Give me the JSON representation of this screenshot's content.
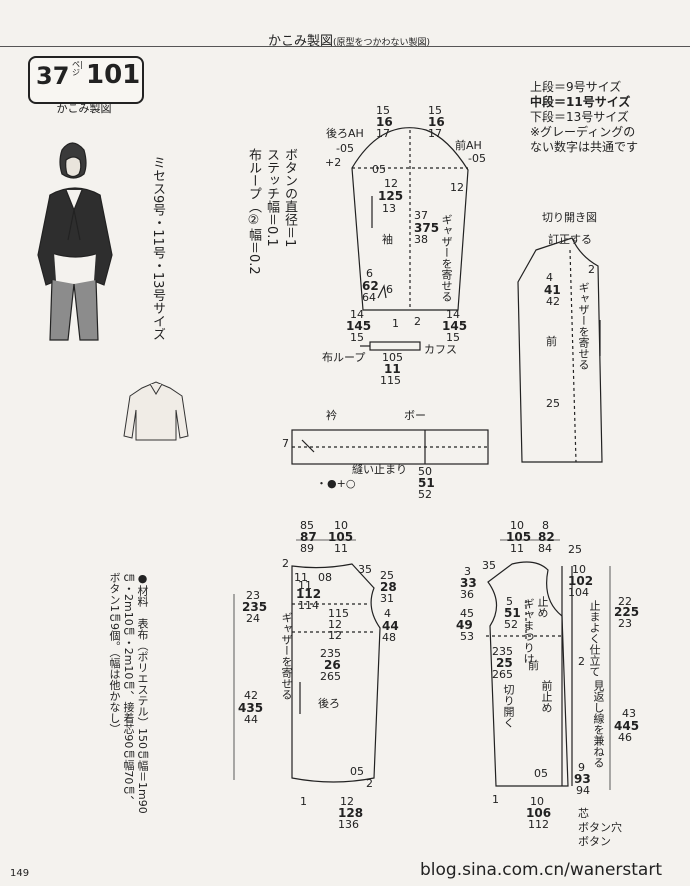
{
  "header": {
    "title": "かこみ製図",
    "subtitle": "(原型をつかわない製図)"
  },
  "badge": {
    "page_ref": "37",
    "unit": "ペ|ジ",
    "pattern_no": "101",
    "caption": "かこみ製図"
  },
  "sizes_vertical": "ミセス9号・11号・13号サイズ",
  "button_note": {
    "line1": "ボタンの直径＝1",
    "line2": "ステッチ幅＝0.1",
    "line3": "布ループ（②幅＝0.2"
  },
  "legend": {
    "line1": "上段＝9号サイズ",
    "line2": "中段＝11号サイズ",
    "line3": "下段＝13号サイズ",
    "line4": "※グレーディングの",
    "line5": "ない数字は共通です"
  },
  "sleeve": {
    "back_ah": "後ろAH",
    "front_ah": "前AH",
    "back_ah_val": "-05",
    "front_ah_val": "-05",
    "plus2": "+2",
    "sleeve_label": "袖",
    "gather": "ギャザーを寄せる",
    "top_l": [
      "15",
      "16",
      "17"
    ],
    "top_r": [
      "15",
      "16",
      "17"
    ],
    "mid_left": [
      "12",
      "125",
      "13"
    ],
    "mid_center": [
      "37",
      "375",
      "38"
    ],
    "lower_left": [
      "6",
      "62",
      "64"
    ],
    "bottom_l": [
      "14",
      "145",
      "15"
    ],
    "bottom_r": [
      "14",
      "145",
      "15"
    ],
    "v05": "05",
    "v12": "12",
    "v2": "2",
    "v1": "1",
    "v6": "6"
  },
  "cuff": {
    "loop_label": "布ループ",
    "cuff_label": "カフス",
    "widths": [
      "105",
      "11",
      "115"
    ]
  },
  "cutopen": {
    "title": "切り開き図",
    "correction": "訂正する",
    "front": "前",
    "gather": "ギャザーを寄せる",
    "vals": [
      "4",
      "41",
      "42"
    ],
    "v2": "2",
    "v25": "25"
  },
  "collar": {
    "collar_label": "衿",
    "bow_label": "ボー",
    "stop": "縫い止まり",
    "v7": "7",
    "lengths": [
      "50",
      "51",
      "52"
    ],
    "marks": "・●+○"
  },
  "materials": {
    "line1": "●材料　表布（ポリエステル）150㎝幅＝1m90",
    "line2": "㎝・2m10㎝・2m10㎝、接着芯90㎝幅70㎝、",
    "line3": "ボタン1㎝9個。（幅は他かなし）"
  },
  "back_bodice": {
    "top": [
      "85",
      "87",
      "89"
    ],
    "top2": [
      "10",
      "105",
      "11"
    ],
    "v2": "2",
    "v11": "11",
    "v08": "08",
    "v35": "35",
    "shoulder_r": [
      "25",
      "28",
      "31"
    ],
    "side_l": [
      "23",
      "235",
      "24"
    ],
    "w112": [
      "11",
      "112",
      "114"
    ],
    "yoke": [
      "115",
      "12",
      "12"
    ],
    "right4": [
      "4",
      "44",
      "48"
    ],
    "w26": [
      "235",
      "26",
      "265"
    ],
    "len": [
      "42",
      "435",
      "44"
    ],
    "back": "後ろ",
    "gather": "ギャザーを寄せる",
    "v05": "05",
    "v2b": "2",
    "v1": "1",
    "hem": [
      "12",
      "128",
      "136"
    ]
  },
  "front_bodice": {
    "top1": [
      "10",
      "105",
      "11"
    ],
    "top2": [
      "8",
      "82",
      "84"
    ],
    "v35": "35",
    "v25": "25",
    "left3": [
      "3",
      "33",
      "36"
    ],
    "r102": [
      "10",
      "102",
      "104"
    ],
    "left45": [
      "45",
      "49",
      "53"
    ],
    "c5": [
      "5",
      "51",
      "52"
    ],
    "stop": "止め",
    "gather_stop": "ギャまつりけ",
    "w25": [
      "235",
      "25",
      "265"
    ],
    "front": "前",
    "cut_open": "切り開く",
    "front_stop": "前止め",
    "right_note": "止まよく仕立て",
    "fold_note": "見返し線を兼ねる",
    "v2": "2",
    "right22": [
      "22",
      "225",
      "23"
    ],
    "len": [
      "43",
      "445",
      "46"
    ],
    "v9": [
      "9",
      "93",
      "94"
    ],
    "v05": "05",
    "v1": "1",
    "hem": [
      "10",
      "106",
      "112"
    ],
    "seam": "芯",
    "buttonhole": "ボタン穴",
    "button": "ボタン"
  },
  "footer": {
    "url": "blog.sina.com.cn/wanerstart",
    "page": "149"
  }
}
